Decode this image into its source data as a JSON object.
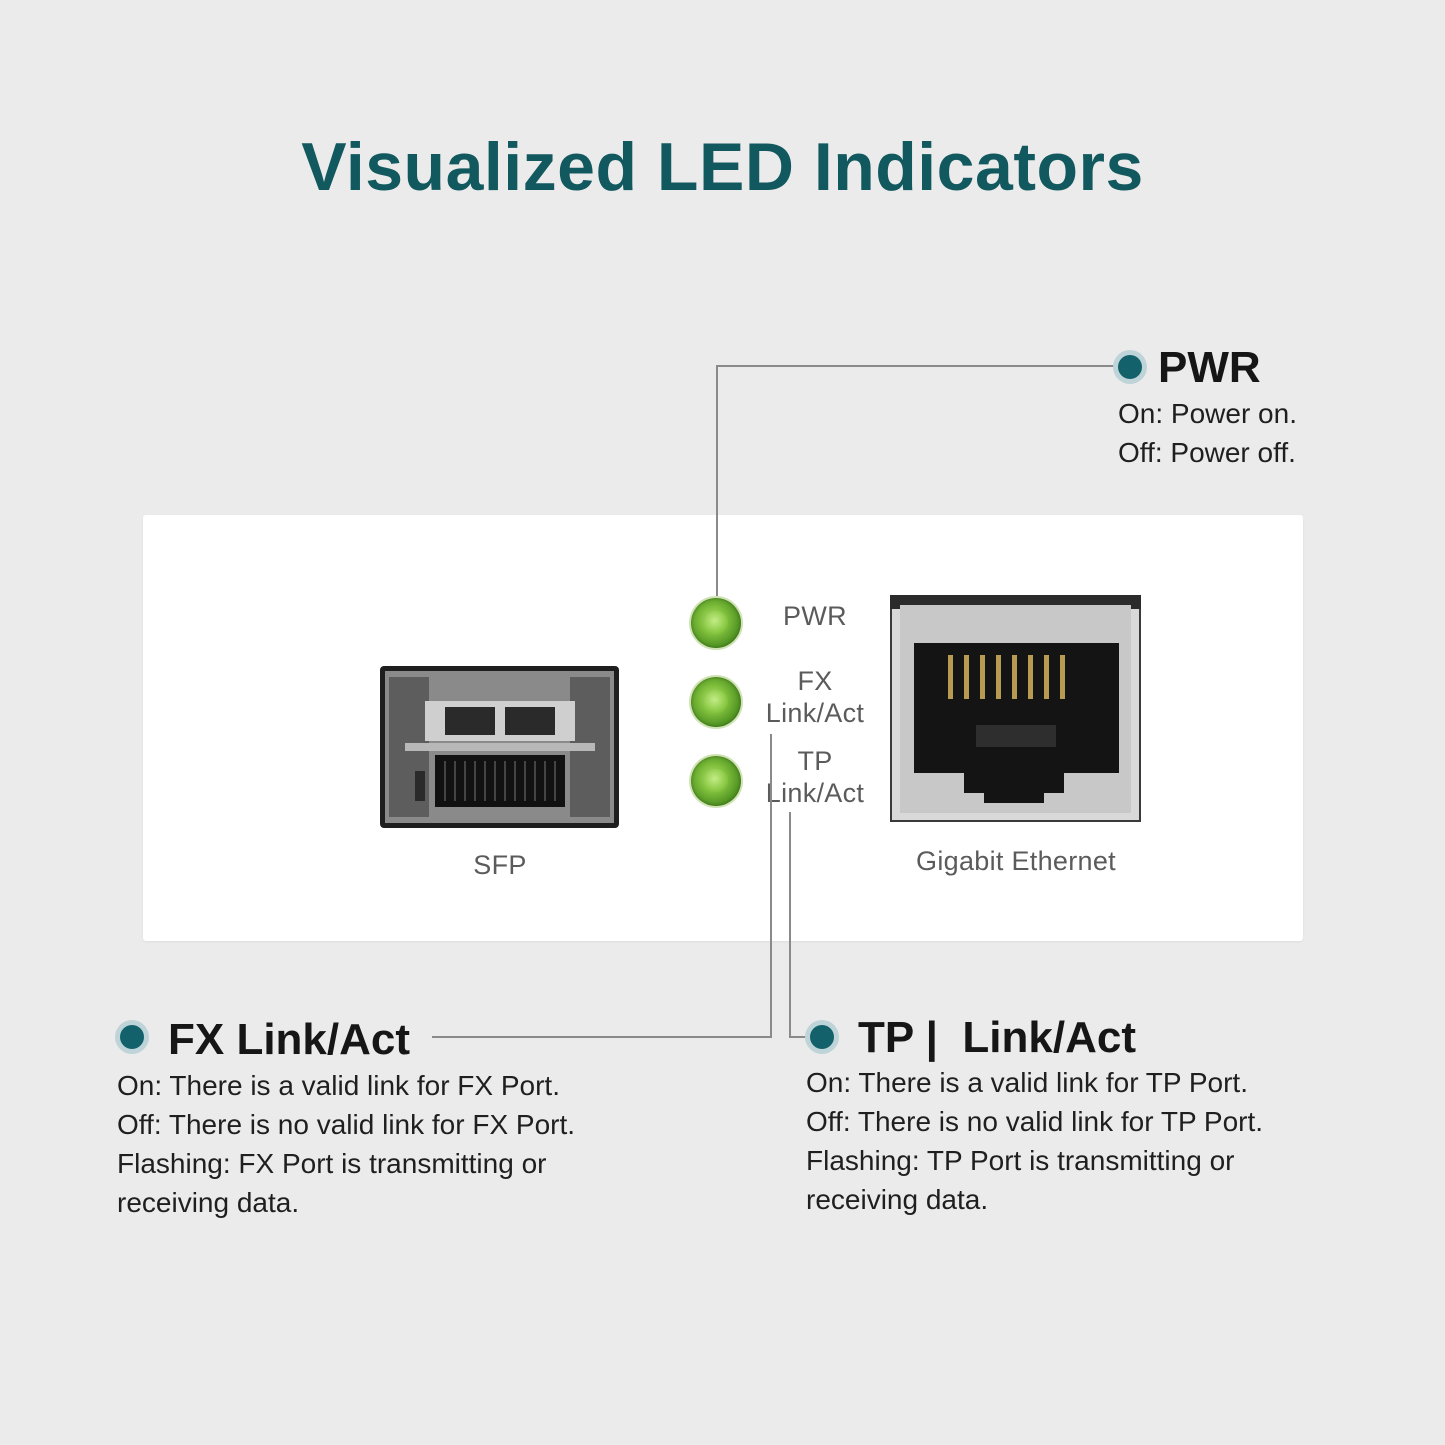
{
  "title": "Visualized LED Indicators",
  "colors": {
    "title": "#11585f",
    "bullet": "#12616b",
    "led_green": "#7fbf3c",
    "background": "#ebebeb",
    "device": "#ffffff"
  },
  "panel": {
    "led_labels": {
      "pwr": "PWR",
      "fx_line1": "FX",
      "fx_line2": "Link/Act",
      "tp_line1": "TP",
      "tp_line2": "Link/Act"
    },
    "sfp_label": "SFP",
    "rj45_label": "Gigabit Ethernet"
  },
  "callouts": {
    "pwr": {
      "title": "PWR",
      "lines": [
        "On: Power on.",
        "Off: Power off."
      ]
    },
    "fx": {
      "title": "FX Link/Act",
      "lines": [
        "On: There is a valid link for FX Port.",
        "Off: There is no valid link for FX Port.",
        "Flashing: FX Port is transmitting or",
        "receiving data."
      ]
    },
    "tp": {
      "title": "TP |  Link/Act",
      "lines": [
        "On: There is a valid link for TP Port.",
        "Off: There is no valid link for TP Port.",
        "Flashing: TP Port is transmitting or",
        "receiving data."
      ]
    }
  }
}
